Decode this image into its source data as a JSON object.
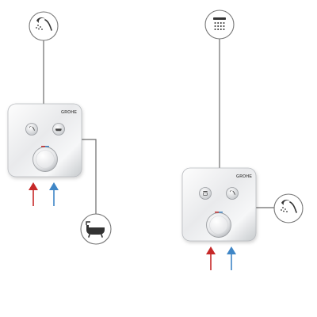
{
  "diagrams": [
    {
      "brand": "GROHE",
      "top_outlet": "handshower-icon",
      "side_outlet": "bathtub-spout-icon",
      "buttons": [
        "handshower-icon",
        "bathtub-icon"
      ],
      "inlets": [
        {
          "icon": "arrow-up-icon",
          "color": "#c62828",
          "meaning": "hot"
        },
        {
          "icon": "arrow-up-icon",
          "color": "#3f86c6",
          "meaning": "cold"
        }
      ]
    },
    {
      "brand": "GROHE",
      "top_outlet": "overhead-shower-icon",
      "side_outlet": "handshower-icon",
      "buttons": [
        "overhead-shower-icon",
        "handshower-icon"
      ],
      "inlets": [
        {
          "icon": "arrow-up-icon",
          "color": "#c62828",
          "meaning": "hot"
        },
        {
          "icon": "arrow-up-icon",
          "color": "#3f86c6",
          "meaning": "cold"
        }
      ]
    }
  ],
  "colors": {
    "hot": "#c62828",
    "cold": "#3f86c6",
    "line": "#6b6b6b",
    "chrome_light": "#f4f5f6",
    "chrome_dark": "#b9bcc0"
  }
}
